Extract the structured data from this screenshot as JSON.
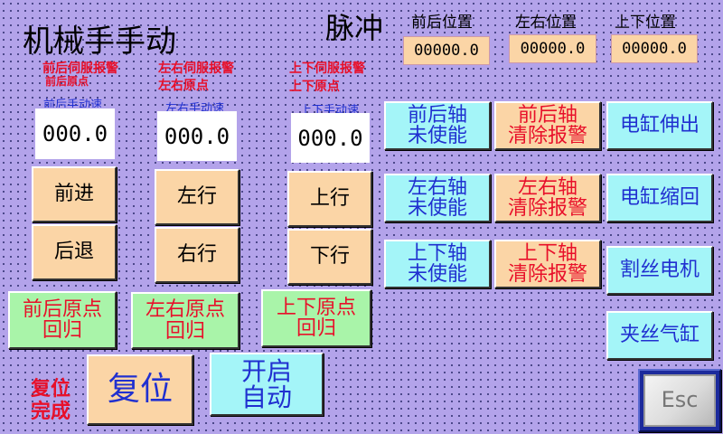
{
  "title": "机械手手动",
  "pulse_label": "脉冲",
  "positions": [
    {
      "label": "前后位置",
      "value": "00000.0"
    },
    {
      "label": "左右位置",
      "value": "00000.0"
    },
    {
      "label": "上下位置",
      "value": "00000.0"
    }
  ],
  "axes": [
    {
      "alarm": "前后伺服报警",
      "origin": "前后原点",
      "speed_label": "前后手动速",
      "speed": "000.0",
      "fwd": "前进",
      "back": "后退",
      "home": "前后原点\n回归"
    },
    {
      "alarm": "左右伺服报警",
      "origin": "左右原点",
      "speed_label": "左右手动速",
      "speed": "000.0",
      "fwd": "左行",
      "back": "右行",
      "home": "左右原点\n回归"
    },
    {
      "alarm": "上下伺服报警",
      "origin": "上下原点",
      "speed_label": "上下手动速",
      "speed": "000.0",
      "fwd": "上行",
      "back": "下行",
      "home": "上下原点\n回归"
    }
  ],
  "enable_buttons": [
    "前后轴\n未使能",
    "左右轴\n未使能",
    "上下轴\n未使能"
  ],
  "clear_buttons": [
    "前后轴\n清除报警",
    "左右轴\n清除报警",
    "上下轴\n清除报警"
  ],
  "right_buttons": [
    "电缸伸出",
    "电缸缩回",
    "割丝电机",
    "夹丝气缸"
  ],
  "reset_done": "复位\n完成",
  "reset": "复位",
  "auto": "开启\n自动",
  "esc": "Esc",
  "colors": {
    "background": "#b3a3ea",
    "peach": "#fbd5a6",
    "cyan": "#a4f5f8",
    "green": "#a9f4a9",
    "alarm_red": "#e8102a"
  }
}
